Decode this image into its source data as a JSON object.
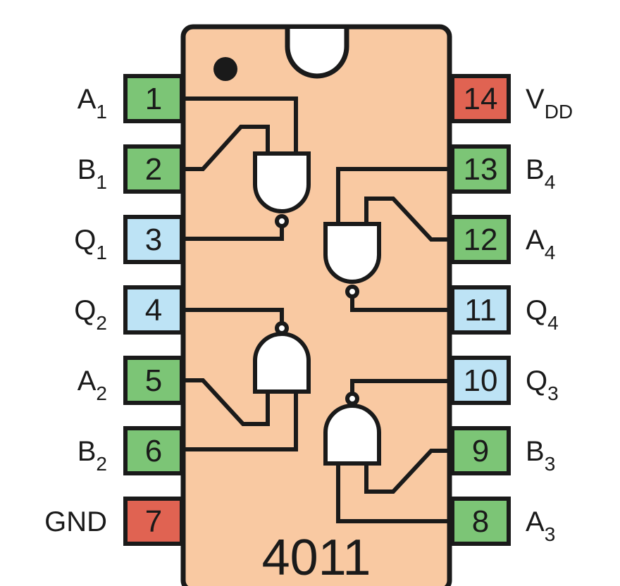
{
  "chip": {
    "part_number": "4011",
    "body_color": "#f9c9a2"
  },
  "colors": {
    "input": "#7cc576",
    "output": "#bde3f5",
    "power": "#e06352",
    "outline": "#1a1a1a"
  },
  "pins": [
    {
      "number": "1",
      "label": "A",
      "sub": "1",
      "kind": "input"
    },
    {
      "number": "2",
      "label": "B",
      "sub": "1",
      "kind": "input"
    },
    {
      "number": "3",
      "label": "Q",
      "sub": "1",
      "kind": "output"
    },
    {
      "number": "4",
      "label": "Q",
      "sub": "2",
      "kind": "output"
    },
    {
      "number": "5",
      "label": "A",
      "sub": "2",
      "kind": "input"
    },
    {
      "number": "6",
      "label": "B",
      "sub": "2",
      "kind": "input"
    },
    {
      "number": "7",
      "label": "GND",
      "sub": "",
      "kind": "power"
    },
    {
      "number": "8",
      "label": "A",
      "sub": "3",
      "kind": "input"
    },
    {
      "number": "9",
      "label": "B",
      "sub": "3",
      "kind": "input"
    },
    {
      "number": "10",
      "label": "Q",
      "sub": "3",
      "kind": "output"
    },
    {
      "number": "11",
      "label": "Q",
      "sub": "4",
      "kind": "output"
    },
    {
      "number": "12",
      "label": "A",
      "sub": "4",
      "kind": "input"
    },
    {
      "number": "13",
      "label": "B",
      "sub": "4",
      "kind": "input"
    },
    {
      "number": "14",
      "label": "V",
      "sub": "DD",
      "kind": "power"
    }
  ],
  "gates": [
    {
      "name": "nand-gate-1",
      "type": "NAND"
    },
    {
      "name": "nand-gate-2",
      "type": "NAND"
    },
    {
      "name": "nand-gate-3",
      "type": "NAND"
    },
    {
      "name": "nand-gate-4",
      "type": "NAND"
    }
  ]
}
